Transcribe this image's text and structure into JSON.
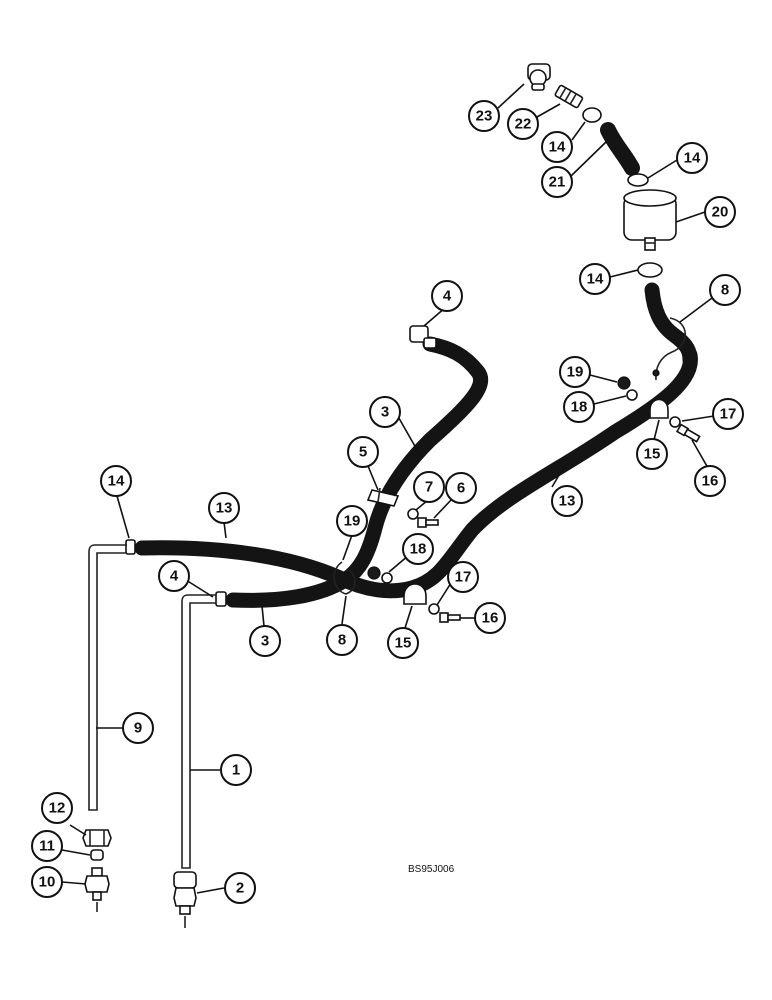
{
  "diagram": {
    "reference_code": "BS95J006",
    "colors": {
      "line": "#111111",
      "hose": "#141414",
      "background": "#ffffff"
    },
    "callouts": [
      {
        "id": "c23",
        "label": "23"
      },
      {
        "id": "c22",
        "label": "22"
      },
      {
        "id": "c14a",
        "label": "14"
      },
      {
        "id": "c14b",
        "label": "14"
      },
      {
        "id": "c21",
        "label": "21"
      },
      {
        "id": "c20",
        "label": "20"
      },
      {
        "id": "c14c",
        "label": "14"
      },
      {
        "id": "c8a",
        "label": "8"
      },
      {
        "id": "c4a",
        "label": "4"
      },
      {
        "id": "c19a",
        "label": "19"
      },
      {
        "id": "c18a",
        "label": "18"
      },
      {
        "id": "c17a",
        "label": "17"
      },
      {
        "id": "c3a",
        "label": "3"
      },
      {
        "id": "c15a",
        "label": "15"
      },
      {
        "id": "c16a",
        "label": "16"
      },
      {
        "id": "c5",
        "label": "5"
      },
      {
        "id": "c7",
        "label": "7"
      },
      {
        "id": "c6",
        "label": "6"
      },
      {
        "id": "c13a",
        "label": "13"
      },
      {
        "id": "c14d",
        "label": "14"
      },
      {
        "id": "c13b",
        "label": "13"
      },
      {
        "id": "c19b",
        "label": "19"
      },
      {
        "id": "c18b",
        "label": "18"
      },
      {
        "id": "c17b",
        "label": "17"
      },
      {
        "id": "c4b",
        "label": "4"
      },
      {
        "id": "c3b",
        "label": "3"
      },
      {
        "id": "c8b",
        "label": "8"
      },
      {
        "id": "c15b",
        "label": "15"
      },
      {
        "id": "c16b",
        "label": "16"
      },
      {
        "id": "c9",
        "label": "9"
      },
      {
        "id": "c1",
        "label": "1"
      },
      {
        "id": "c12",
        "label": "12"
      },
      {
        "id": "c11",
        "label": "11"
      },
      {
        "id": "c10",
        "label": "10"
      },
      {
        "id": "c2",
        "label": "2"
      }
    ]
  }
}
